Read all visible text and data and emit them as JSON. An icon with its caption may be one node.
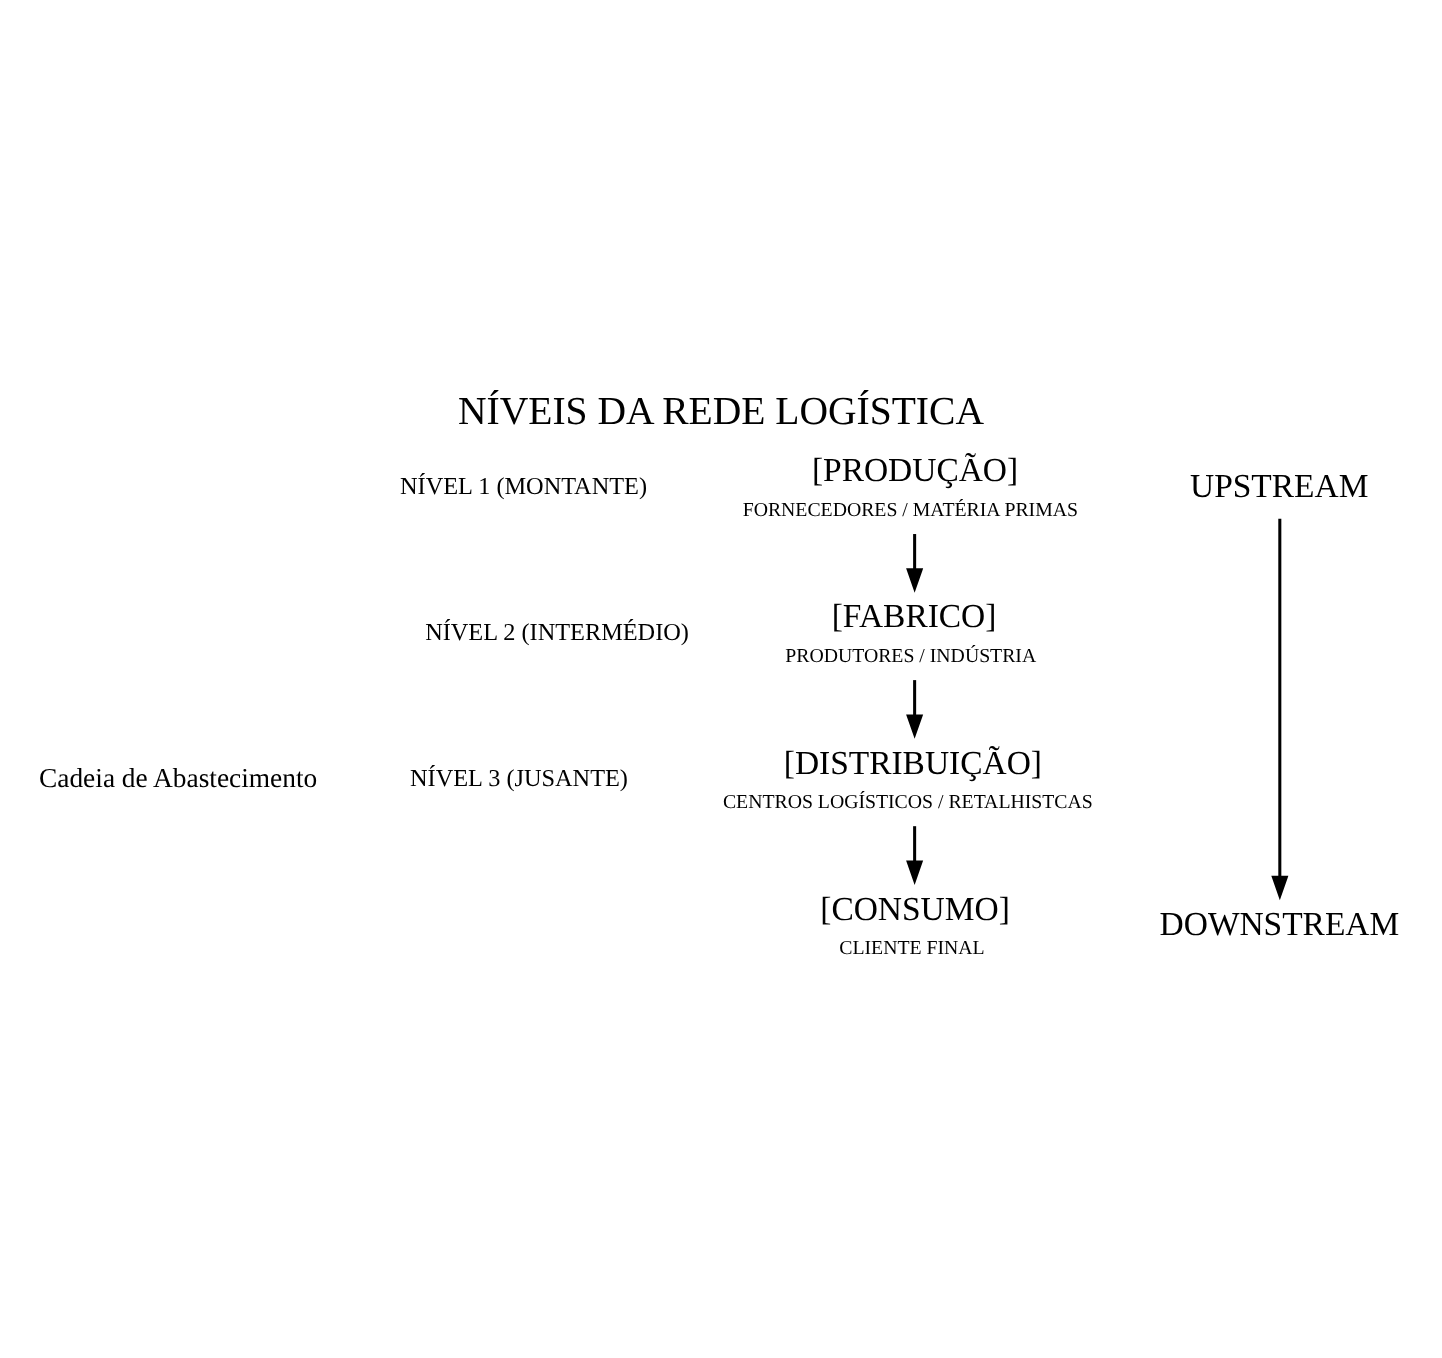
{
  "diagram": {
    "title": "NÍVEIS DA REDE LOGÍSTICA",
    "nodes": [
      {
        "text": [
          "[PRODUÇÃO]",
          "FORNECEDORES / MATÉRIA PRIMAS"
        ],
        "beside": [
          "NÍVEL 1 (MONTANTE)"
        ]
      },
      {
        "text": [
          "[FABRICO]",
          "PRODUTORES / INDÚSTRIA"
        ],
        "beside": [
          "NÍVEL 2 (INTERMÉDIO)"
        ]
      },
      {
        "text": [
          "[DISTRIBUIÇÃO]",
          "CENTROS LOGÍSTICOS / RETALHISTCAS"
        ],
        "beside": [
          "NÍVEL 3 (JUSANTE)"
        ]
      },
      {
        "text": [
          "[CONSUMO]",
          "CLIENTE FINAL"
        ]
      },
      {
        "text": [
          "UPSTREAM"
        ]
      },
      {
        "text": [
          "DOWNSTREAM"
        ]
      }
    ],
    "edges": [
      {
        "from": 0,
        "to": 1,
        "arrow": "to"
      },
      {
        "from": 1,
        "to": 2,
        "arrow": "to"
      },
      {
        "from": 2,
        "to": 3,
        "arrow": "to"
      },
      {
        "from": 4,
        "to": 5,
        "arrow": "to"
      }
    ],
    "labels": [
      "Cadeia de Abastecimento"
    ]
  }
}
